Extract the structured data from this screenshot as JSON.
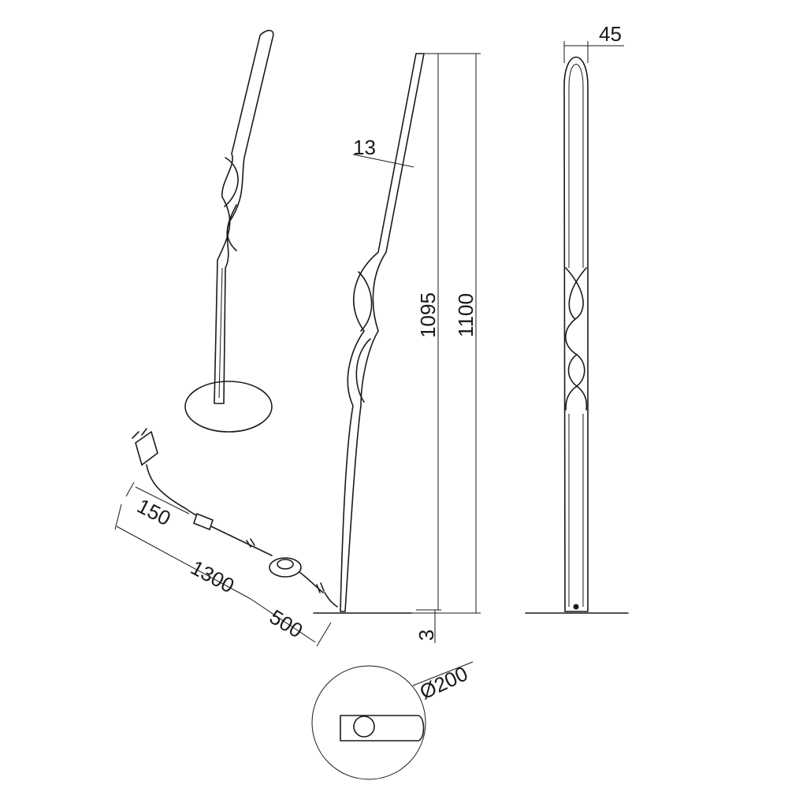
{
  "dimensions": {
    "base_height": "3",
    "total_height": "1100",
    "shaft_height": "1095",
    "profile_thickness": "13",
    "profile_width": "45",
    "base_diameter": "Ø200",
    "cable_length": "1300",
    "plug_cable_length": "150",
    "switch_cable_length": "500"
  }
}
